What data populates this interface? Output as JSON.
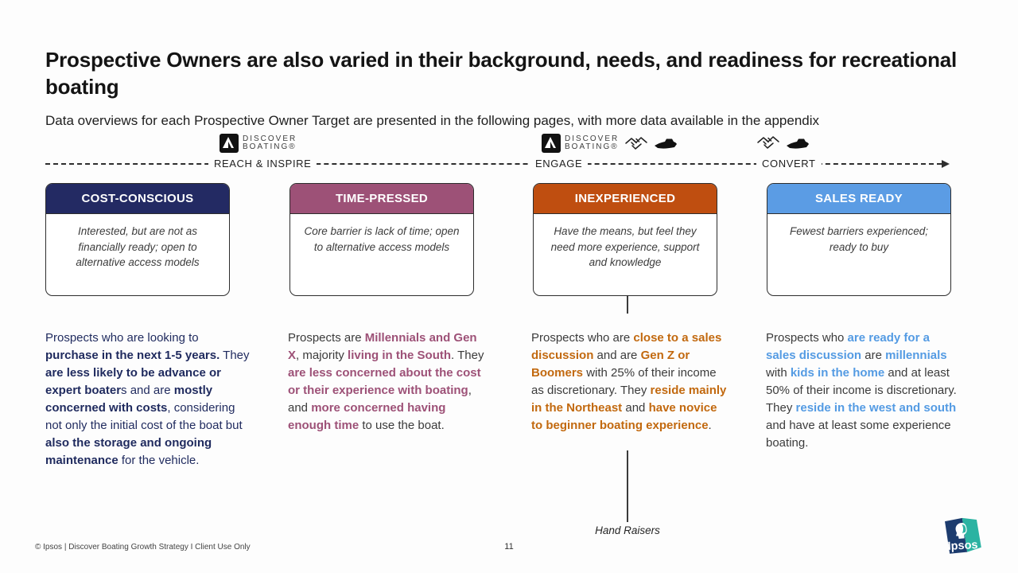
{
  "slide": {
    "title": "Prospective Owners are also varied in their background, needs, and readiness for recreational boating",
    "subtitle": "Data overviews for each Prospective Owner Target are presented in the following pages, with more data available in the appendix",
    "footer": "© Ipsos | Discover Boating Growth Strategy I Client Use Only",
    "page_number": "11"
  },
  "funnel": {
    "stages": [
      {
        "label": "REACH & INSPIRE",
        "icons": [
          "discover-boating-logo"
        ]
      },
      {
        "label": "ENGAGE",
        "icons": [
          "discover-boating-logo",
          "handshake-icon",
          "boat-icon"
        ]
      },
      {
        "label": "CONVERT",
        "icons": [
          "handshake-icon",
          "boat-icon"
        ]
      }
    ],
    "brand": {
      "line1": "DISCOVER",
      "line2": "BOATING®"
    }
  },
  "segments": [
    {
      "title": "COST-CONSCIOUS",
      "header_color": "#232a63",
      "accent_color": "#1f2a5e",
      "card_text": "Interested, but are not as financially ready; open to alternative access models",
      "description_runs": [
        {
          "t": "Prospects who are looking to ",
          "b": false
        },
        {
          "t": "purchase in the next 1-5 years.",
          "b": true
        },
        {
          "t": " They ",
          "b": false
        },
        {
          "t": "are less likely to be advance or expert boater",
          "b": true
        },
        {
          "t": "s and are ",
          "b": false
        },
        {
          "t": "mostly concerned with costs",
          "b": true
        },
        {
          "t": ", considering not only the initial cost of the boat but ",
          "b": false
        },
        {
          "t": "also the storage and ongoing maintenance",
          "b": true
        },
        {
          "t": " for the vehicle.",
          "b": false
        }
      ]
    },
    {
      "title": "TIME-PRESSED",
      "header_color": "#9d5177",
      "accent_color": "#9d5177",
      "card_text": "Core barrier is lack of time; open to alternative access models",
      "description_runs": [
        {
          "t": "Prospects are ",
          "b": false
        },
        {
          "t": "Millennials and Gen X",
          "b": true
        },
        {
          "t": ", majority ",
          "b": false
        },
        {
          "t": "living in the South",
          "b": true
        },
        {
          "t": ". They ",
          "b": false
        },
        {
          "t": "are less concerned about the cost or their experience with boating",
          "b": true
        },
        {
          "t": ", and ",
          "b": false
        },
        {
          "t": "more concerned having enough time",
          "b": true
        },
        {
          "t": " to use the boat.",
          "b": false
        }
      ]
    },
    {
      "title": "INEXPERIENCED",
      "header_color": "#bf4e10",
      "accent_color": "#c2690f",
      "card_text": "Have the means, but feel they need more experience, support and knowledge",
      "description_runs": [
        {
          "t": "Prospects who are ",
          "b": false
        },
        {
          "t": "close to a sales discussion",
          "b": true
        },
        {
          "t": " and are ",
          "b": false
        },
        {
          "t": "Gen Z or Boomers",
          "b": true
        },
        {
          "t": " with 25% of their income as discretionary. They ",
          "b": false
        },
        {
          "t": "reside mainly in the Northeast",
          "b": true
        },
        {
          "t": " and ",
          "b": false
        },
        {
          "t": "have novice to beginner boating experience",
          "b": true
        },
        {
          "t": ".",
          "b": false
        }
      ]
    },
    {
      "title": "SALES READY",
      "header_color": "#5b9ce4",
      "accent_color": "#549be3",
      "card_text": "Fewest barriers experienced; ready to buy",
      "description_runs": [
        {
          "t": "Prospects who ",
          "b": false
        },
        {
          "t": "are ready for a sales discussion",
          "b": true
        },
        {
          "t": " are ",
          "b": false
        },
        {
          "t": "millennials",
          "b": true
        },
        {
          "t": " with ",
          "b": false
        },
        {
          "t": "kids in the home",
          "b": true
        },
        {
          "t": " and at least 50% of their income is discretionary. They ",
          "b": false
        },
        {
          "t": "reside in the west and south",
          "b": true
        },
        {
          "t": " and have at least some experience boating.",
          "b": false
        }
      ]
    }
  ],
  "annotations": {
    "hand_raisers": "Hand Raisers"
  },
  "branding": {
    "ipsos_label": "Ipsos",
    "ipsos_navy": "#1d3c6e",
    "ipsos_teal": "#2bb3a2"
  }
}
